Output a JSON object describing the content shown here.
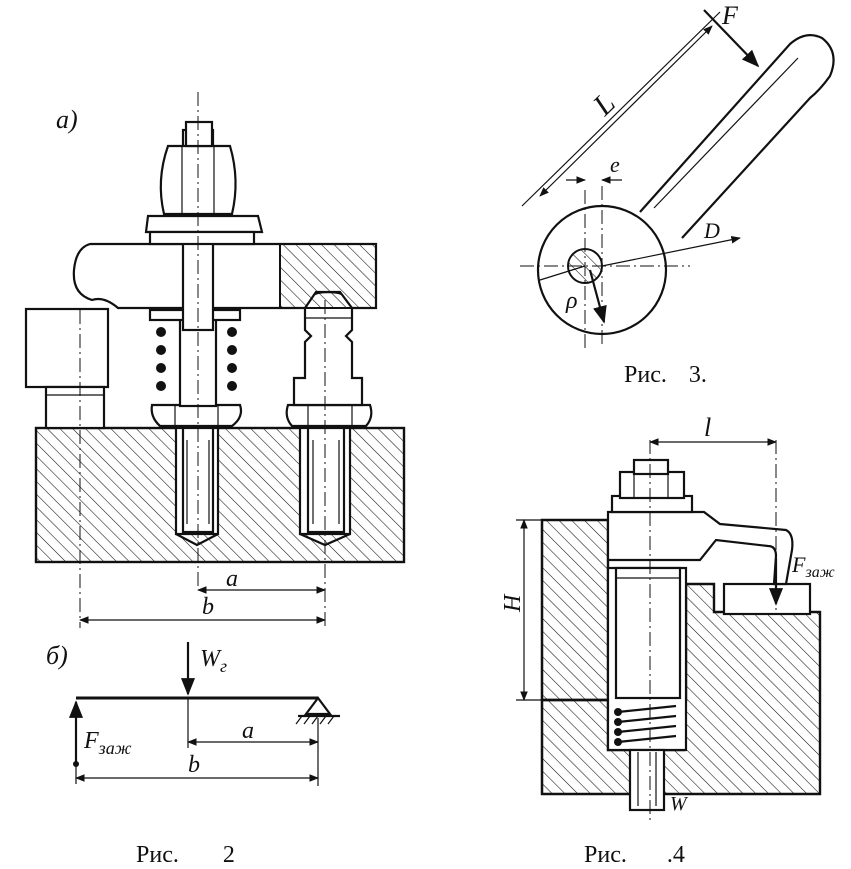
{
  "fig2": {
    "label_a": "а)",
    "label_b": "б)",
    "dim_a": "a",
    "dim_b": "b",
    "beam_dim_a": "a",
    "beam_dim_b": "b",
    "force_w": "W",
    "force_w_sub": "г",
    "force_f": "F",
    "force_f_sub": "заж",
    "caption_word": "Рис.",
    "caption_num": "2"
  },
  "fig3": {
    "label_L": "L",
    "label_F": "F",
    "label_e": "e",
    "label_D": "D",
    "label_rho": "ρ",
    "caption_word": "Рис.",
    "caption_num": "3."
  },
  "fig4": {
    "label_l": "l",
    "label_H": "H",
    "label_F": "F",
    "label_F_sub": "заж",
    "label_W": "W",
    "caption_word": "Рис.",
    "caption_num": ".4"
  },
  "colors": {
    "ink": "#111111",
    "paper": "#ffffff"
  }
}
